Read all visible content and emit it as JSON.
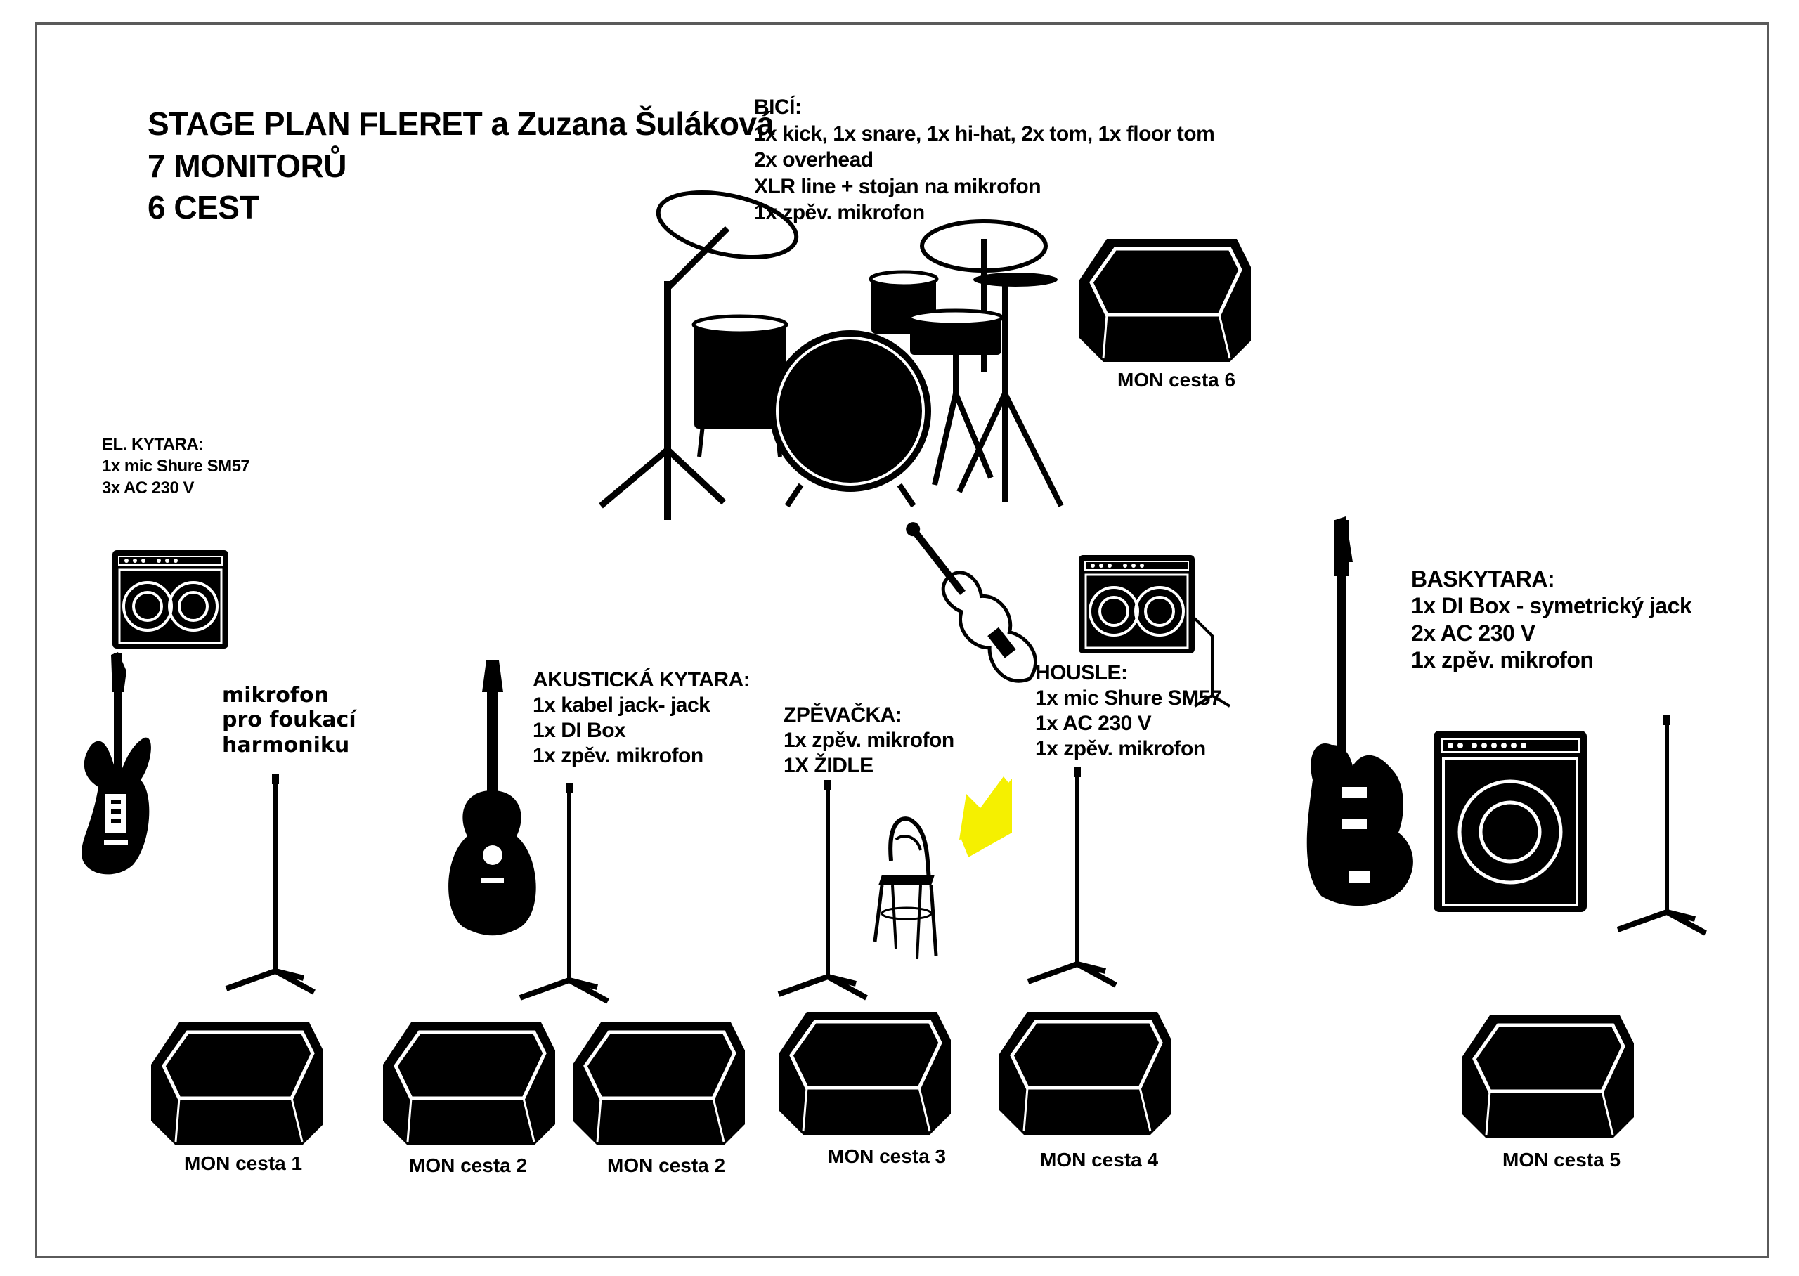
{
  "title": {
    "line1": "STAGE PLAN FLERET a Zuzana Šuláková",
    "line2": "7 MONITORŮ",
    "line3": "6 CEST"
  },
  "drums": {
    "heading": "BICÍ:",
    "lines": [
      "1x kick, 1x snare, 1x hi-hat, 2x tom, 1x floor tom",
      "2x overhead",
      "XLR line + stojan na mikrofon",
      "1x zpěv. mikrofon"
    ]
  },
  "el_guitar": {
    "heading": "EL. KYTARA:",
    "lines": [
      "1x mic Shure SM57",
      "3x AC 230 V"
    ]
  },
  "harmonica": {
    "lines": [
      "mikrofon",
      "pro foukací",
      "harmoniku"
    ]
  },
  "acoustic_guitar": {
    "heading": "AKUSTICKÁ KYTARA:",
    "lines": [
      "1x kabel jack- jack",
      "1x DI Box",
      "1x zpěv. mikrofon"
    ]
  },
  "singer": {
    "heading": "ZPĚVAČKA:",
    "lines": [
      "1x zpěv. mikrofon",
      "1X ŽIDLE"
    ]
  },
  "violin": {
    "heading": "HOUSLE:",
    "lines": [
      "1x mic Shure SM57",
      "1x AC 230 V",
      "1x zpěv. mikrofon"
    ]
  },
  "bass": {
    "heading": "BASKYTARA:",
    "lines": [
      "1x DI Box - symetrický jack",
      "2x AC 230 V",
      "1x zpěv. mikrofon"
    ]
  },
  "monitors": {
    "mon6": "MON cesta 6",
    "mon1": "MON cesta 1",
    "mon2a": "MON cesta 2",
    "mon2b": "MON cesta 2",
    "mon3": "MON cesta 3",
    "mon4": "MON cesta 4",
    "mon5": "MON cesta 5"
  },
  "colors": {
    "ink": "#000000",
    "arrow": "#f5f000",
    "frame": "#5a5a5a"
  },
  "icons": [
    "drum-kit-icon",
    "guitar-amp-icon",
    "electric-guitar-icon",
    "acoustic-guitar-icon",
    "violin-icon",
    "bass-guitar-icon",
    "bass-amp-icon",
    "mic-stand-icon",
    "chair-icon",
    "arrow-icon",
    "floor-monitor-icon"
  ]
}
